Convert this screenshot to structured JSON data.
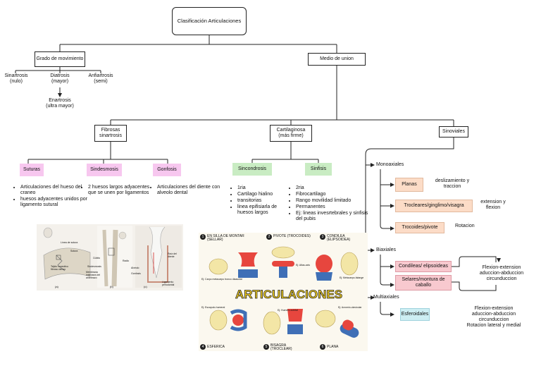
{
  "root": {
    "title": "Clasificación Articulaciones"
  },
  "grado": {
    "label": "Grado de movimiento",
    "items": [
      {
        "name": "Sinartrosis",
        "note": "(nulo)"
      },
      {
        "name": "Diatrosis",
        "note": "(mayor)"
      },
      {
        "name": "Anfiartrosis",
        "note": "(semi)"
      }
    ],
    "sub": {
      "name": "Enartrosis",
      "note": "(ultra mayor)"
    }
  },
  "medio": {
    "label": "Medio de union"
  },
  "fibrosas": {
    "label": "Fibrosas sinartrosis",
    "items": [
      {
        "name": "Suturas",
        "desc": [
          "Articulaciones del hueso del craneo",
          "huesos adyacentes unidos por ligamento sutural"
        ]
      },
      {
        "name": "Sindesmosis",
        "desc": [
          "2 huesos  largos adyacentes que se unen por ligamentos"
        ]
      },
      {
        "name": "Gonfosis",
        "desc": [
          "Articulaciones del diente con alveolo dental"
        ]
      }
    ]
  },
  "cartilaginosa": {
    "label": "Cartilaginosa (más firme)",
    "items": [
      {
        "name": "Sincondrosis",
        "desc": [
          "1ria",
          "Cartilago hialino",
          "transitorias",
          "linea epifisiarla de huesos largos"
        ]
      },
      {
        "name": "Sinfisis",
        "desc": [
          "2ria",
          "Fibrocartilago",
          "Rango movilidad limitado",
          "Permanentes",
          "Ej: lineas invesrtebrales y sinfisis del pubis"
        ]
      }
    ]
  },
  "sinoviales": {
    "label": "Sinoviales",
    "monoaxiales": {
      "label": "Monoaxiales",
      "items": [
        {
          "name": "Planas",
          "desc": "deslizamiento y traccion"
        },
        {
          "name": "Trocleares/ginglimo/visagra",
          "desc": "extension y flexion"
        },
        {
          "name": "Trocoides/pivote",
          "desc": "Rotacion"
        }
      ]
    },
    "biaxiales": {
      "label": "Biaxiales",
      "items": [
        {
          "name": "Condileas/ elipsoideas"
        },
        {
          "name": "Selares/montura de caballo"
        }
      ],
      "desc": [
        "Flexion-extension",
        "aduccion-abduccion",
        "circunduccion"
      ]
    },
    "multiaxiales": {
      "label": "Multiaxiales",
      "items": [
        {
          "name": "Esferoidales"
        }
      ],
      "desc": [
        "Flexion-extension",
        "aduccion-abduccion",
        "circunduccion",
        "Rotacion lateral y medial"
      ]
    }
  },
  "figure_left": {
    "labels": [
      "Línea de sutura",
      "Sutura",
      "Tejido conectivo fibroso denso",
      "Cúbito",
      "Radio",
      "Membrana interósea del antebrazo",
      "Sindesmosis",
      "Alvéolo",
      "Gonfosis",
      "Raíz del diente",
      "Ligamento periodontal",
      "(a)",
      "(b)",
      "(c)"
    ]
  },
  "figure_right": {
    "title": "ARTICULACIONES",
    "panels": [
      {
        "num": "1",
        "name": "EN SILLA DE MONTAR (SELLAR)",
        "example": "Ej: Carpo metacarpo tronco diaacular"
      },
      {
        "num": "2",
        "name": "PIVOTE (TROCOIDES)",
        "example": "Ej: Atlas-axis"
      },
      {
        "num": "3",
        "name": "CONDILEA (ELIPSOIDEA)",
        "example": "Ej: Metacarpo-falange"
      },
      {
        "num": "4",
        "name": "ESFERICA",
        "example": "Ej: Escapulo-humeral"
      },
      {
        "num": "5",
        "name": "BISAGRA (TROCLEAR)",
        "example": "Ej: Humero-cubital"
      },
      {
        "num": "6",
        "name": "PLANA",
        "example": "Ej: Acromio-clavicular"
      }
    ]
  },
  "colors": {
    "pink": "#f7c7ef",
    "green": "#c9ecc3",
    "peach": "#fcdcc7",
    "rose": "#f8c9cf",
    "cyan": "#cdeef3"
  }
}
